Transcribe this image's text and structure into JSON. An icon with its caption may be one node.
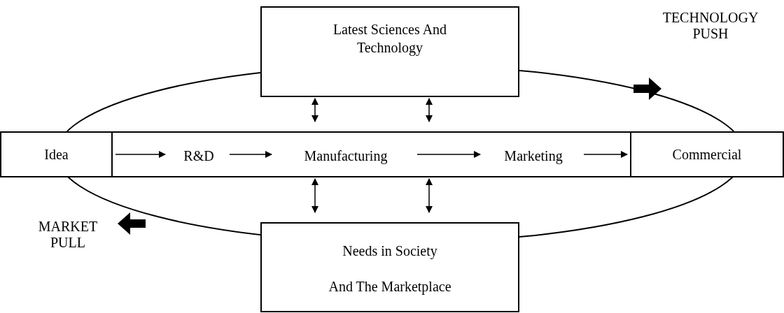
{
  "diagram": {
    "nodes": [
      {
        "text": [
          "Latest Sciences And Technology"
        ]
      },
      {
        "text": [
          "Idea"
        ]
      },
      {
        "text": [],
        "shape": "box"
      },
      {
        "text": [
          "R&D"
        ],
        "in": 2
      },
      {
        "text": [
          "Manufacturing"
        ],
        "in": 2
      },
      {
        "text": [
          "Marketing"
        ],
        "in": 2
      },
      {
        "text": [
          "Commercial"
        ]
      },
      {
        "text": [
          "Needs in Society",
          "And The Marketplace"
        ]
      }
    ],
    "edges": [
      {
        "from": 1,
        "to": 3,
        "arrow": "to"
      },
      {
        "from": 3,
        "to": 4,
        "arrow": "to"
      },
      {
        "from": 4,
        "to": 5,
        "arrow": "to"
      },
      {
        "from": 5,
        "to": 6,
        "arrow": "to"
      },
      {
        "from": 0,
        "to": 2,
        "arrow": "both"
      },
      {
        "from": 0,
        "to": 2,
        "arrow": "both"
      },
      {
        "from": 2,
        "to": 7,
        "arrow": "both"
      },
      {
        "from": 2,
        "to": 7,
        "arrow": "both"
      }
    ],
    "labels": [
      "TECHNOLOGY PUSH",
      "MARKET PULL"
    ]
  }
}
